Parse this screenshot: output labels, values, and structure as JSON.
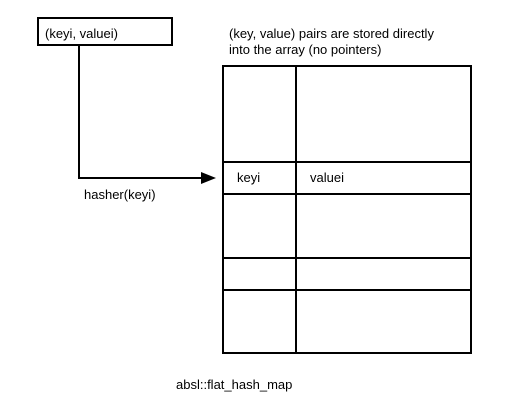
{
  "input": {
    "label": "(keyi, valuei)"
  },
  "description": {
    "line1": "(key, value) pairs are stored directly",
    "line2": "into the array (no pointers)"
  },
  "arrow": {
    "label": "hasher(keyi)"
  },
  "array": {
    "rows": [
      {
        "key": "",
        "value": ""
      },
      {
        "key": "keyi",
        "value": "valuei"
      },
      {
        "key": "",
        "value": ""
      },
      {
        "key": "",
        "value": ""
      },
      {
        "key": "",
        "value": ""
      }
    ]
  },
  "caption": "absl::flat_hash_map",
  "colors": {
    "stroke": "#000000",
    "background": "#ffffff"
  }
}
